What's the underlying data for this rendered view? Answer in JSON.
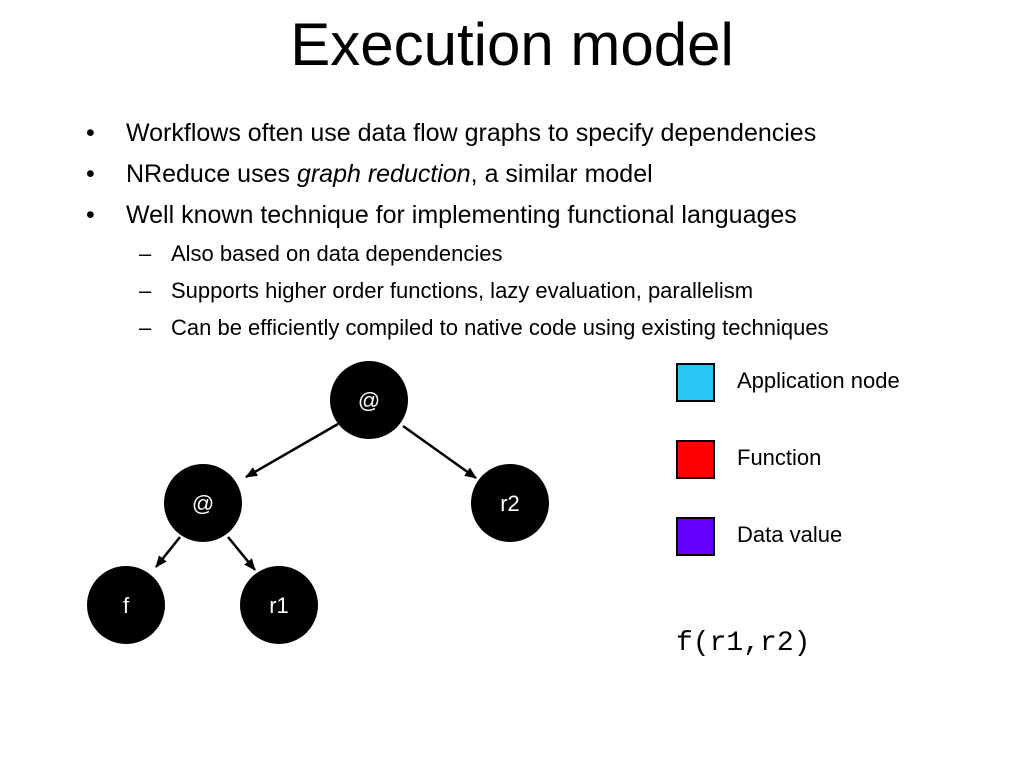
{
  "slide": {
    "title": "Execution model",
    "bullet_mark": "•",
    "sub_mark": "–",
    "bullets": [
      {
        "text": "Workflows often use data flow graphs to specify dependencies"
      },
      {
        "before": "NReduce uses ",
        "emph": "graph reduction",
        "after": ", a similar model"
      },
      {
        "text": "Well known technique for implementing functional languages"
      }
    ],
    "sub_bullets": [
      "Also based on data dependencies",
      "Supports higher order functions, lazy evaluation, parallelism",
      "Can be efficiently compiled to native code using existing techniques"
    ]
  },
  "graph": {
    "node_color": "#000000",
    "edge_color": "#000000",
    "nodes": {
      "root": "@",
      "inner": "@",
      "f": "f",
      "r1": "r1",
      "r2": "r2"
    }
  },
  "legend": [
    {
      "label": "Application node",
      "color": "#29C5F6"
    },
    {
      "label": "Function",
      "color": "#FF0000"
    },
    {
      "label": "Data value",
      "color": "#6600FF"
    }
  ],
  "expression": "f(r1,r2)"
}
